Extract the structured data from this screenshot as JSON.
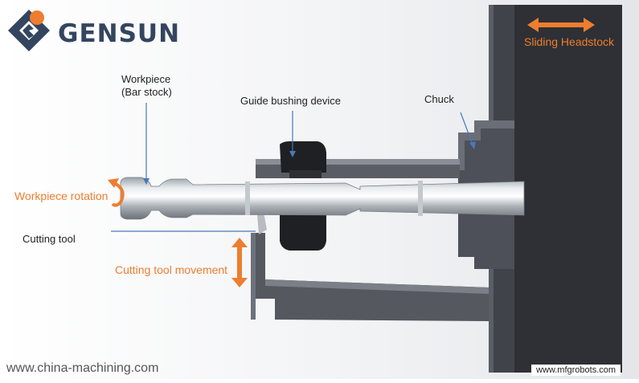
{
  "brand": {
    "name": "GENSUN",
    "logo_colors": {
      "blue": "#34455f",
      "orange": "#ee7d2f"
    }
  },
  "labels": {
    "workpiece_line1": "Workpiece",
    "workpiece_line2": "(Bar stock)",
    "guide_bushing": "Guide bushing device",
    "chuck": "Chuck",
    "sliding_headstock": "Sliding Headstock",
    "workpiece_rotation": "Workpiece rotation",
    "cutting_tool": "Cutting tool",
    "cutting_tool_movement": "Cutting tool movement"
  },
  "footer": {
    "left": "www.china-machining.com",
    "right": "www.mfgrobots.com"
  },
  "colors": {
    "accent": "#ee7d2f",
    "machine_dark": "#3d3f45",
    "pointer_line": "#4a78b8"
  }
}
